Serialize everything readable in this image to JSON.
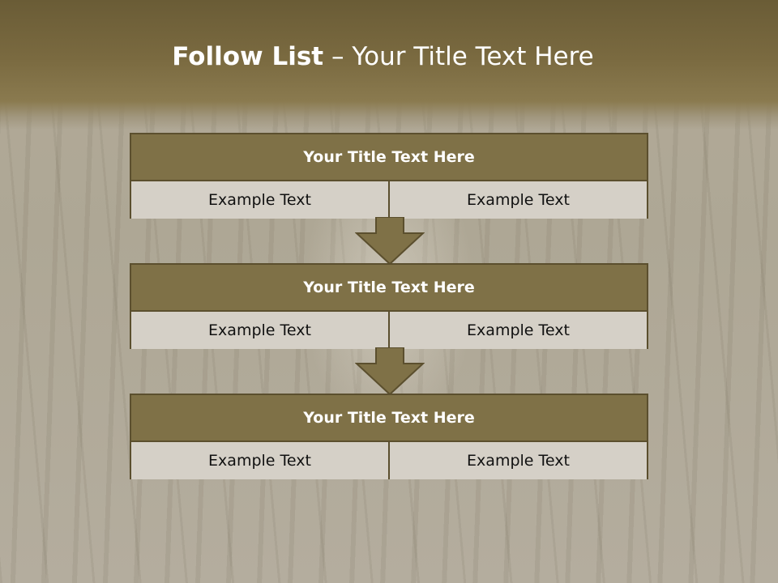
{
  "slide": {
    "title_bold": "Follow List",
    "title_rest": " – Your Title Text Here"
  },
  "blocks": [
    {
      "title": "Your Title Text Here",
      "left": "Example Text",
      "right": "Example Text"
    },
    {
      "title": "Your Title Text Here",
      "left": "Example Text",
      "right": "Example Text"
    },
    {
      "title": "Your Title Text Here",
      "left": "Example Text",
      "right": "Example Text"
    }
  ],
  "colors": {
    "header": "#7a6a40",
    "box_fill": "#7f7147",
    "box_border": "#5b4f2e",
    "cell_fill": "#d5d0c7"
  }
}
